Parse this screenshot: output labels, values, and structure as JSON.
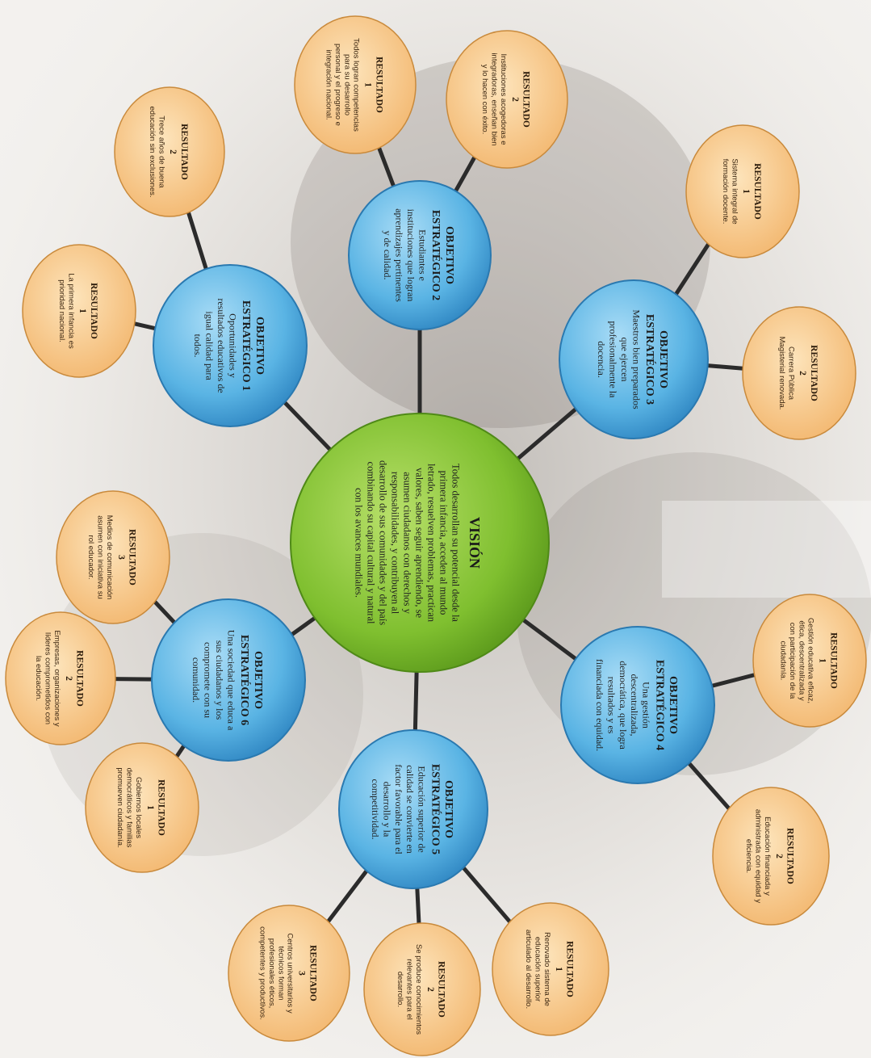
{
  "colors": {
    "vision_fill": "#8cc63f",
    "objective_fill": "#4ea9dd",
    "result_fill": "#f6c98a",
    "connector": "#2b2b2b"
  },
  "vision": {
    "title": "VISIÓN",
    "text": "Todos desarrollan su potencial desde la primera infancia, acceden al mundo letrado, resuelven problemas, practican valores, saben seguir aprendiendo, se asumen ciudadanos con derechos y responsabilidades, y contribuyen al desarrollo de sus comunidades y del país combinando su capital cultural y natural con los avances mundiales."
  },
  "objectives": [
    {
      "id": "oe1",
      "title": "OBJETIVO ESTRATÉGICO 1",
      "text": "Oportunidades y resultados educativos de igual calidad para todos.",
      "results": [
        {
          "title": "RESULTADO",
          "num": "1",
          "text": "La primera infancia es prioridad nacional."
        },
        {
          "title": "RESULTADO",
          "num": "2",
          "text": "Trece años de buena educación sin exclusiones."
        }
      ]
    },
    {
      "id": "oe2",
      "title": "OBJETIVO ESTRATÉGICO 2",
      "text": "Estudiantes e instituciones que logran aprendizajes pertinentes y de calidad.",
      "results": [
        {
          "title": "RESULTADO",
          "num": "1",
          "text": "Todos logran competencias para su desarrollo personal y el progreso e integración nacional."
        },
        {
          "title": "RESULTADO",
          "num": "2",
          "text": "Instituciones acogedoras e integradoras, enseñan bien y lo hacen con éxito."
        }
      ]
    },
    {
      "id": "oe3",
      "title": "OBJETIVO ESTRATÉGICO 3",
      "text": "Maestros bien preparados que ejercen profesionalmente la docencia.",
      "results": [
        {
          "title": "RESULTADO",
          "num": "1",
          "text": "Sistema integral de formación docente."
        },
        {
          "title": "RESULTADO",
          "num": "2",
          "text": "Carrera Pública Magisterial renovada."
        }
      ]
    },
    {
      "id": "oe4",
      "title": "OBJETIVO ESTRATÉGICO 4",
      "text": "Una gestión descentralizada, democrática, que logra resultados y es financiada con equidad.",
      "results": [
        {
          "title": "RESULTADO",
          "num": "1",
          "text": "Gestión educativa eficaz, ética, descentralizada y con participación de la ciudadanía."
        },
        {
          "title": "RESULTADO",
          "num": "2",
          "text": "Educación financiada y administrada con equidad y eficiencia."
        }
      ]
    },
    {
      "id": "oe5",
      "title": "OBJETIVO ESTRATÉGICO 5",
      "text": "Educación superior de calidad se convierte en factor favorable para el desarrollo y la competitividad.",
      "results": [
        {
          "title": "RESULTADO",
          "num": "1",
          "text": "Renovado sistema de educación superior articulado al desarrollo."
        },
        {
          "title": "RESULTADO",
          "num": "2",
          "text": "Se produce conocimientos relevantes para el desarrollo."
        },
        {
          "title": "RESULTADO",
          "num": "3",
          "text": "Centros universitarios y técnicos forman profesionales éticos, competentes y productivos."
        }
      ]
    },
    {
      "id": "oe6",
      "title": "OBJETIVO ESTRATÉGICO 6",
      "text": "Una sociedad que educa a sus ciudadanos y los compromete con su comunidad.",
      "results": [
        {
          "title": "RESULTADO",
          "num": "1",
          "text": "Gobiernos locales democráticos y familias promueven ciudadanía."
        },
        {
          "title": "RESULTADO",
          "num": "2",
          "text": "Empresas, organizaciones y líderes comprometidos con la educación."
        },
        {
          "title": "RESULTADO",
          "num": "3",
          "text": "Medios de comunicación asumen con iniciativa su rol educador."
        }
      ]
    }
  ]
}
